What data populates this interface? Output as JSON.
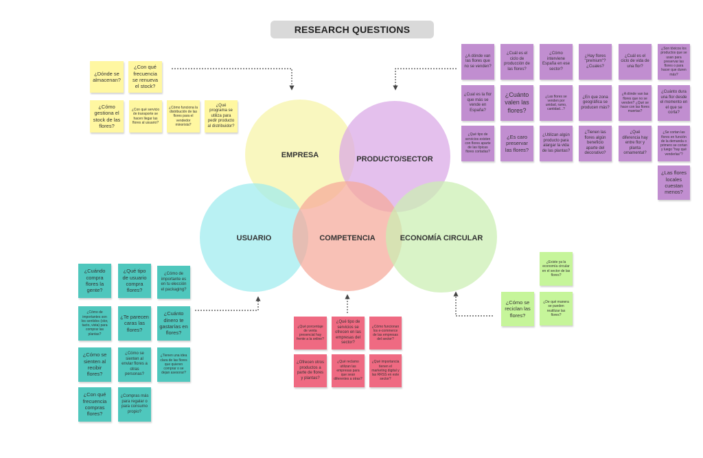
{
  "title": "RESEARCH QUESTIONS",
  "venn": {
    "empresa": "EMPRESA",
    "producto": "PRODUCTO/SECTOR",
    "usuario": "USUARIO",
    "competencia": "COMPETENCIA",
    "economia": "ECONOMÍA CIRCULAR"
  },
  "colors": {
    "empresa": "#f7f4a6",
    "producto": "#d9a8e6",
    "usuario": "#9eebef",
    "competencia": "#f5a99a",
    "economia": "#cbeeb1",
    "yellow_note": "#fff7a1",
    "purple_note": "#c18ed0",
    "teal_note": "#4fc7bd",
    "pink_note": "#ef6a82",
    "green_note": "#c6f59a"
  },
  "notes": {
    "empresa": [
      "¿Dónde se almacenan?",
      "¿Con qué frecuencia se renueva el stock?",
      "¿Cómo gestiona el stock de las flores?",
      "¿Con qué servicio de transporte se hacen llegar las flores al usuario?",
      "¿Cómo funciona la distribución de las flores para el vendedor minorista?",
      "¿Qué programa se utiliza para pedir producto al distribuidor?"
    ],
    "producto": [
      "¿A dónde van las flores que no se venden?",
      "¿Cuál es el ciclo de producción de las flores?",
      "¿Cómo interviene España en ese sector?",
      "¿Hay flores \"premium\"? ¿Cuales?",
      "¿Cuál es el ciclo de vida de una flor?",
      "¿Son tóxicos los productos que se usan para preservar las flores o para hacer que duren más?",
      "¿Cual es la flor que más se vende en España?",
      "¿Cuánto valen las flores?",
      "¿Las flores se venden por unidad, ramo, cantidad...?",
      "¿En que zona geográfica se producen más?",
      "¿A dónde van las flores que no se venden? ¿Qué se hace con las flores muertas?",
      "¿Cuánto dura una flor desde el momento en el que se corta?",
      "¿Qué tipo de servicios existen con flores aparte de las típicas flores cortadas?",
      "¿Es caro preservar las flores?",
      "¿Utilizan algún producto para alargar la vida de las plantas?",
      "¿Tienen las flores algún beneficio aparte del decorativo?",
      "¿Qué diferencia hay entre flor y planta ornamental?",
      "¿Se cortan las flores en función de la demanda o primero se cortan y luego \"hay qué venderlas\"?",
      "¿Las flores locales cuestan menos?"
    ],
    "usuario": [
      "¿Cuándo compra flores la gente?",
      "¿Qué tipo de usuario compra flores?",
      "¿Cómo de importante es en tu elección el packaging?",
      "¿Cómo de importantes son los sentidos (olor, tacto, vista) para comprar las plantas?",
      "¿Te parecen caras las flores?",
      "¿Cuánto dinero te gastarías en flores?",
      "¿Cómo se sienten al recibir flores?",
      "¿Cómo se sienten al enviar flores a otras personas?",
      "¿Tienen una idea clara de las flores que quieren comprar o se dejan asesorar?",
      "¿Con qué frecuencia compras flores?",
      "¿Compras más para regalar o para consumo propio?"
    ],
    "competencia": [
      "¿Qué porcentaje de venta presencial hay frente a la online?",
      "¿Qué tipo de servicios se ofrecen en las empresas del sector?",
      "¿Cómo funcionan los e-commerce de las empresas del sector?",
      "¿Ofrecen otros productos a parte de flores y plantas?",
      "¿Qué reclamo utilizan las empresas para que sean diferentes a otras?",
      "¿Qué importancia tienen el marketing digital y las RRSS en este sector?"
    ],
    "economia": [
      "¿Existe ya la economía circular en el sector de las flores?",
      "¿Cómo se reciclan las flores?",
      "¿De qué manera se pueden reutilizar las flores?"
    ]
  }
}
